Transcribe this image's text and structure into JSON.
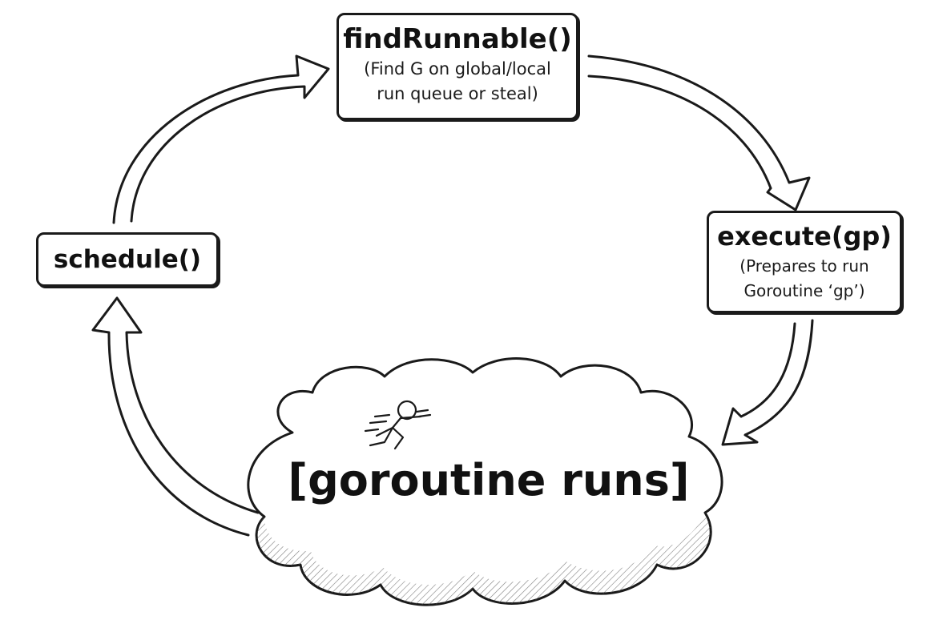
{
  "diagram": {
    "nodes": {
      "find_runnable": {
        "title": "findRunnable()",
        "description_line1": "(Find G on global/local",
        "description_line2": "run queue or steal)"
      },
      "execute": {
        "title": "execute(gp)",
        "description_line1": "(Prepares to run",
        "description_line2": "Goroutine ‘gp’)"
      },
      "schedule": {
        "title": "schedule()"
      },
      "goroutine_runs": {
        "label": "[goroutine runs]"
      }
    },
    "stroke_color": "#1a1a1a",
    "background_color": "#ffffff"
  }
}
